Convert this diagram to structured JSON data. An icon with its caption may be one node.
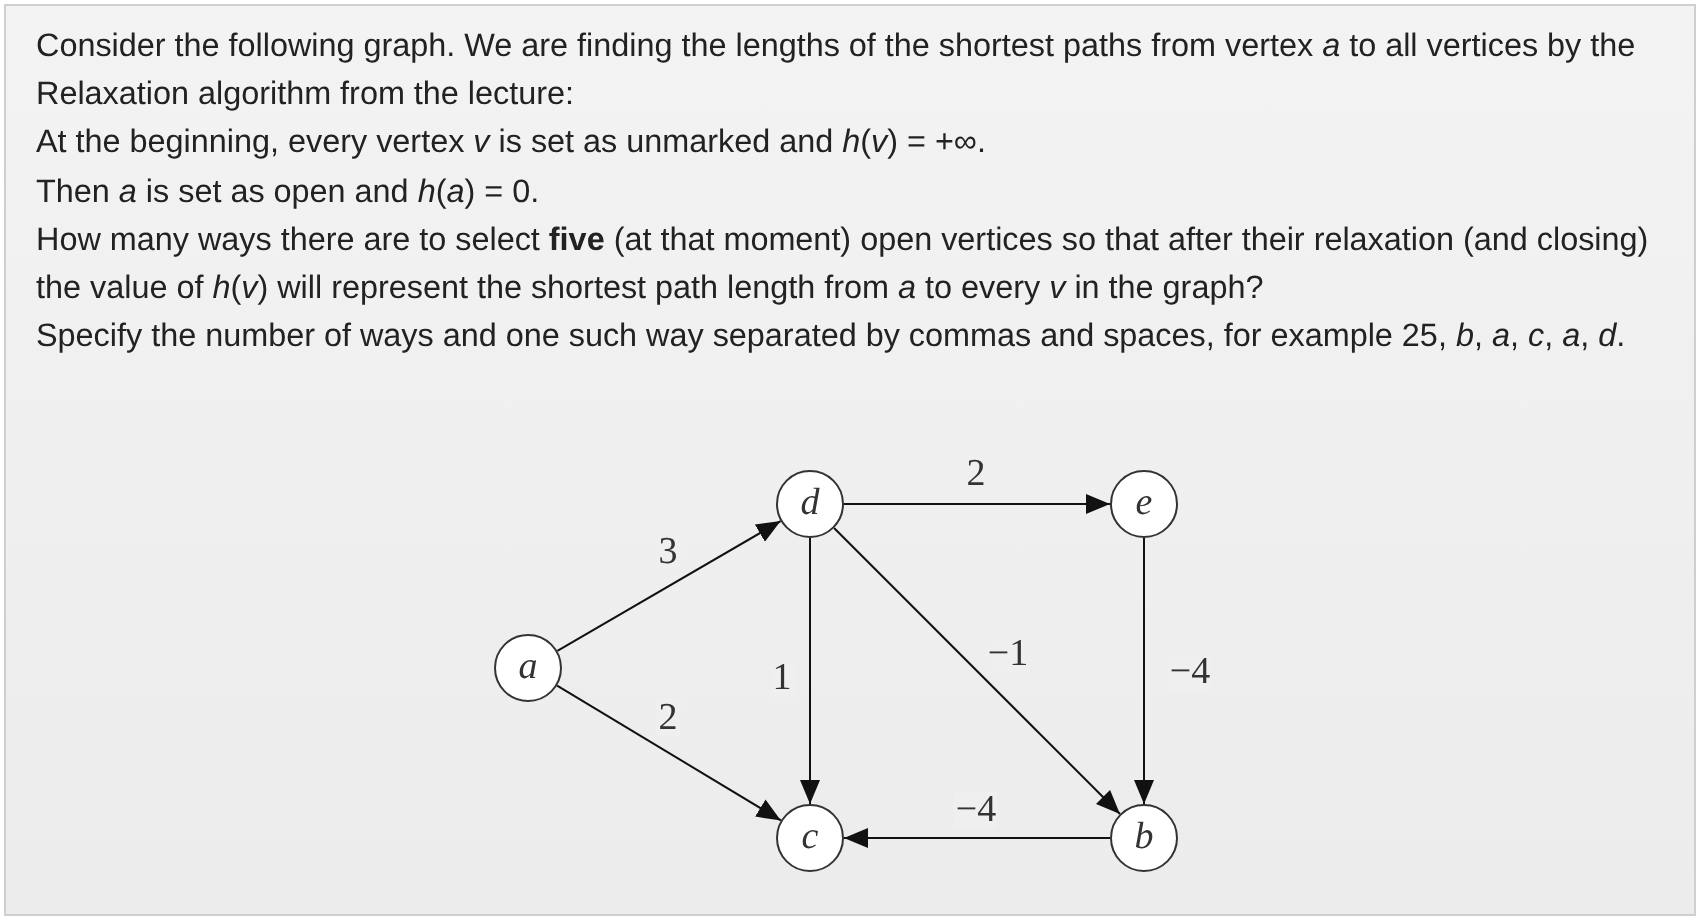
{
  "diagram": {
    "nodes": [
      {
        "text": [
          "a"
        ]
      },
      {
        "text": [
          "d"
        ]
      },
      {
        "text": [
          "e"
        ]
      },
      {
        "text": [
          "c"
        ]
      },
      {
        "text": [
          "b"
        ]
      }
    ],
    "edges": [
      {
        "from": 0,
        "to": 1,
        "arrow": "to",
        "label": "3"
      },
      {
        "from": 0,
        "to": 3,
        "arrow": "to",
        "label": "2"
      },
      {
        "from": 1,
        "to": 2,
        "arrow": "to",
        "label": "2"
      },
      {
        "from": 1,
        "to": 3,
        "arrow": "to",
        "label": "1"
      },
      {
        "from": 1,
        "to": 4,
        "arrow": "to",
        "label": "−1"
      },
      {
        "from": 2,
        "to": 4,
        "arrow": "to",
        "label": "−4"
      },
      {
        "from": 4,
        "to": 3,
        "arrow": "to",
        "label": "−4"
      }
    ],
    "labels": [
      "Consider the following graph. We are finding the lengths of the shortest paths from vertex *a* to all vertices by the Relaxation algorithm from the lecture:",
      "At the beginning, every vertex *v* is set as unmarked and *h*(*v*) = +∞.",
      "Then *a* is set as open and *h*(*a*) = 0.",
      "How many ways there are to select **five** (at that moment) open vertices so that after their relaxation (and closing) the value of *h*(*v*) will represent the shortest path length from *a* to every *v* in the graph?",
      "Specify the number of ways and one such way separated by commas and spaces, for example 25, *b*, *a*, *c*, *a*, *d*."
    ]
  }
}
